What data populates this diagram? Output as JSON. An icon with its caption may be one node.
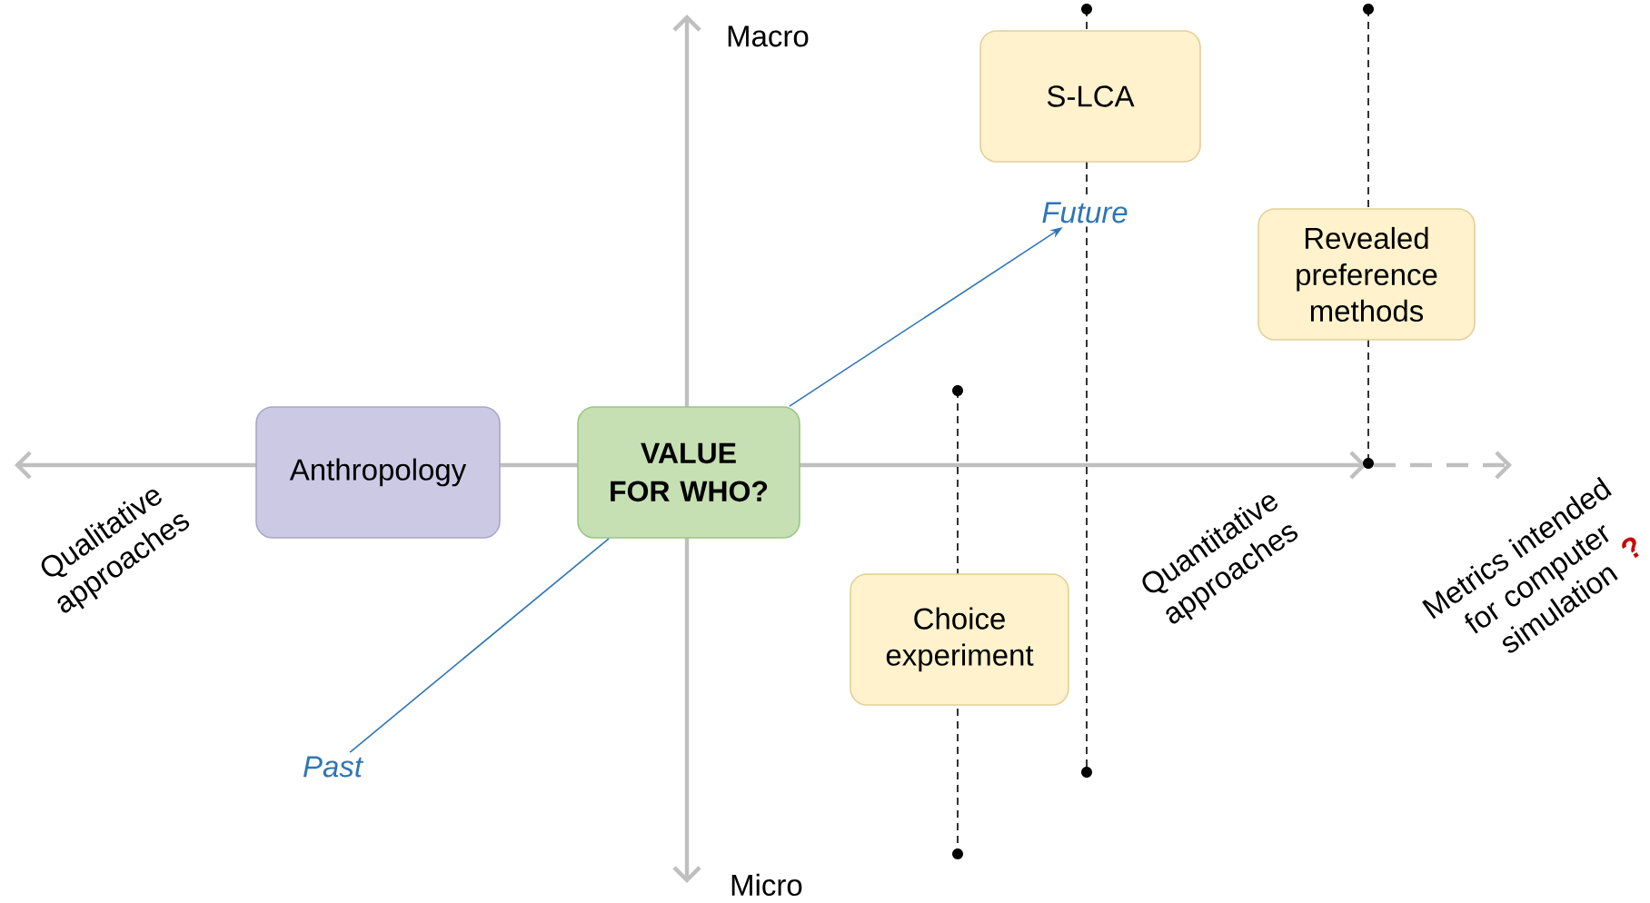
{
  "diagram": {
    "nodes": [
      {
        "text": [
          "Anthropology"
        ]
      },
      {
        "text": [
          "VALUE FOR WHO?"
        ]
      },
      {
        "text": [
          "S-LCA"
        ]
      },
      {
        "text": [
          "Revealed preference methods"
        ]
      },
      {
        "text": [
          "Choice experiment"
        ]
      },
      {
        "text": [
          "Past"
        ]
      },
      {
        "text": [
          "Future"
        ]
      }
    ],
    "edges": [
      {
        "from": 5,
        "to": 1,
        "arrow": "none",
        "color": "#2e75b6"
      },
      {
        "from": 1,
        "to": 6,
        "arrow": "to",
        "color": "#2e75b6"
      }
    ],
    "labels": [
      "Macro",
      "Qualitative approaches",
      "Quantitative approaches",
      "Metrics intended for computer simulation",
      "?",
      "Micro"
    ]
  }
}
